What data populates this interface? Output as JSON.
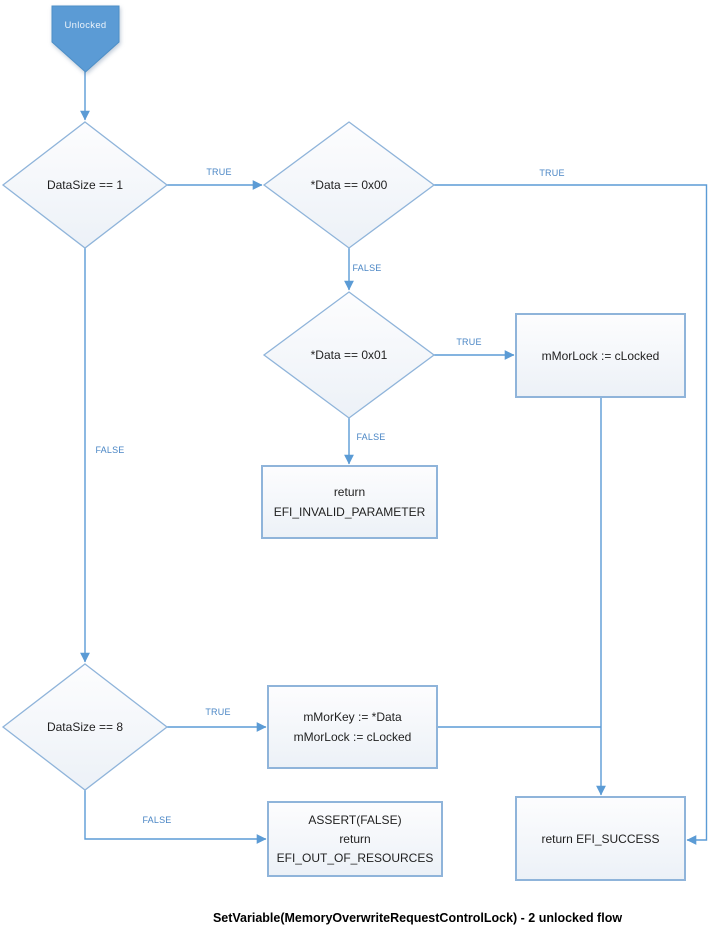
{
  "title": "SetVariable(MemoryOverwriteRequestControlLock) - 2 unlocked flow",
  "colors": {
    "connector": "#5B9BD5",
    "node_border": "#8FB4DA",
    "edge_label": "#4A86C5",
    "start_fill": "#5B9BD5",
    "start_text": "#EAF2FA",
    "node_fill_top": "#FDFDFE",
    "node_fill_bottom": "#ECF1F7",
    "node_text": "#1F1F1F",
    "title_text": "#000000"
  },
  "nodes": {
    "start": {
      "type": "start",
      "label": "Unlocked"
    },
    "datasize1": {
      "type": "decision",
      "label": "DataSize == 1"
    },
    "data00": {
      "type": "decision",
      "label": "*Data == 0x00"
    },
    "data01": {
      "type": "decision",
      "label": "*Data == 0x01"
    },
    "morlock": {
      "type": "process",
      "lines": [
        "mMorLock := cLocked"
      ]
    },
    "invalid": {
      "type": "process",
      "lines": [
        "return",
        "EFI_INVALID_PARAMETER"
      ]
    },
    "datasize8": {
      "type": "decision",
      "label": "DataSize == 8"
    },
    "morkey": {
      "type": "process",
      "lines": [
        "mMorKey := *Data",
        "mMorLock := cLocked"
      ]
    },
    "assert": {
      "type": "process",
      "lines": [
        "ASSERT(FALSE)",
        "return",
        "EFI_OUT_OF_RESOURCES"
      ]
    },
    "success": {
      "type": "process",
      "lines": [
        "return EFI_SUCCESS"
      ]
    }
  },
  "edges": [
    {
      "from": "start",
      "to": "datasize1",
      "label": ""
    },
    {
      "from": "datasize1",
      "to": "data00",
      "label": "TRUE"
    },
    {
      "from": "data00",
      "to": "success",
      "label": "TRUE"
    },
    {
      "from": "data00",
      "to": "data01",
      "label": "FALSE"
    },
    {
      "from": "data01",
      "to": "morlock",
      "label": "TRUE"
    },
    {
      "from": "data01",
      "to": "invalid",
      "label": "FALSE"
    },
    {
      "from": "datasize1",
      "to": "datasize8",
      "label": "FALSE"
    },
    {
      "from": "datasize8",
      "to": "morkey",
      "label": "TRUE"
    },
    {
      "from": "morkey",
      "to": "success",
      "label": ""
    },
    {
      "from": "datasize8",
      "to": "assert",
      "label": "FALSE"
    },
    {
      "from": "morlock",
      "to": "success",
      "label": ""
    }
  ]
}
